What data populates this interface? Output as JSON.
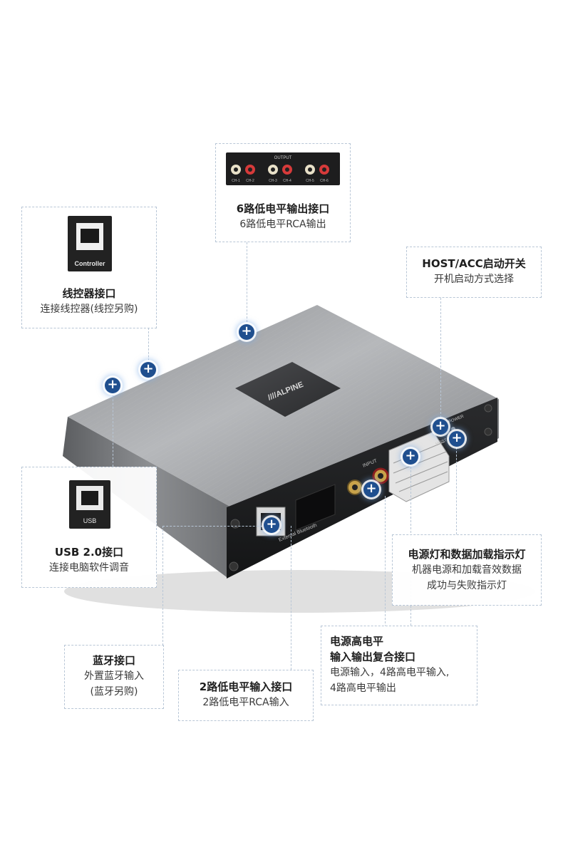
{
  "callouts": {
    "rca_out": {
      "title": "6路低电平输出接口",
      "sub": "6路低电平RCA输出",
      "thumb_header": "OUTPUT",
      "thumb_channels": [
        "CH-1",
        "CH-2",
        "CH-3",
        "CH-4",
        "CH-5",
        "CH-6"
      ]
    },
    "controller": {
      "title": "线控器接口",
      "sub": "连接线控器(线控另购)",
      "thumb_label": "Controller"
    },
    "host_acc": {
      "title": "HOST/ACC启动开关",
      "sub": "开机启动方式选择"
    },
    "usb": {
      "title": "USB 2.0接口",
      "sub": "连接电脑软件调音",
      "thumb_label": "USB"
    },
    "power_led": {
      "title": "电源灯和数据加载指示灯",
      "sub1": "机器电源和加载音效数据",
      "sub2": "成功与失败指示灯"
    },
    "power_hl": {
      "title1": "电源高电平",
      "title2": "输入输出复合接口",
      "sub1": "电源输入，4路高电平输入,",
      "sub2": "4路高电平输出"
    },
    "bluetooth": {
      "title": "蓝牙接口",
      "sub1": "外置蓝牙输入",
      "sub2": "(蓝牙另购)"
    },
    "rca_in": {
      "title": "2路低电平输入接口",
      "sub": "2路低电平RCA输入"
    }
  },
  "device": {
    "logo": "////ALPINE",
    "port_labels": {
      "input": "INPUT",
      "power": "POWER",
      "host_acc": "HOST  ACC",
      "external_bt": "External Bluetooth"
    }
  },
  "marker_symbol": "+"
}
